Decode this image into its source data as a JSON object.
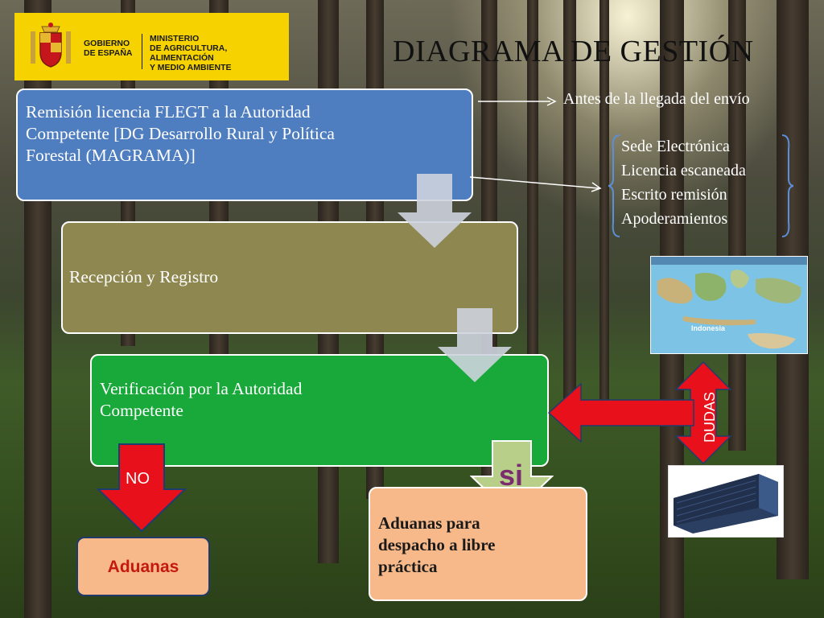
{
  "title": "DIAGRAMA DE GESTIÓN",
  "logo": {
    "gov_line1": "GOBIERNO",
    "gov_line2": "DE ESPAÑA",
    "min_line1": "MINISTERIO",
    "min_line2": "DE AGRICULTURA, ALIMENTACIÓN",
    "min_line3": "Y MEDIO AMBIENTE"
  },
  "steps": {
    "step1": "Remisión licencia FLEGT a la Autoridad Competente [DG Desarrollo Rural y Política Forestal (MAGRAMA)]",
    "step2": "Recepción y Registro",
    "step3": "Verificación por la Autoridad Competente",
    "step4_yes": "Aduanas para despacho a libre práctica",
    "step4_no": "Aduanas"
  },
  "labels": {
    "no": "NO",
    "si": "si",
    "dudas": "DUDAS"
  },
  "notes": {
    "before": "Antes de la llegada del envío",
    "items": [
      "Sede Electrónica",
      "Licencia escaneada",
      "Escrito remisión",
      "Apoderamientos"
    ]
  },
  "map": {
    "label": "Indonesia"
  },
  "colors": {
    "blue": "#4f7ec0",
    "olive": "#8f8750",
    "green": "#19a83a",
    "peach": "#f7b98a",
    "red": "#e8101a",
    "gray_arrow": "#cdd3de",
    "si_arrow": "#b8cf8a",
    "logo_yellow": "#f6d300"
  }
}
